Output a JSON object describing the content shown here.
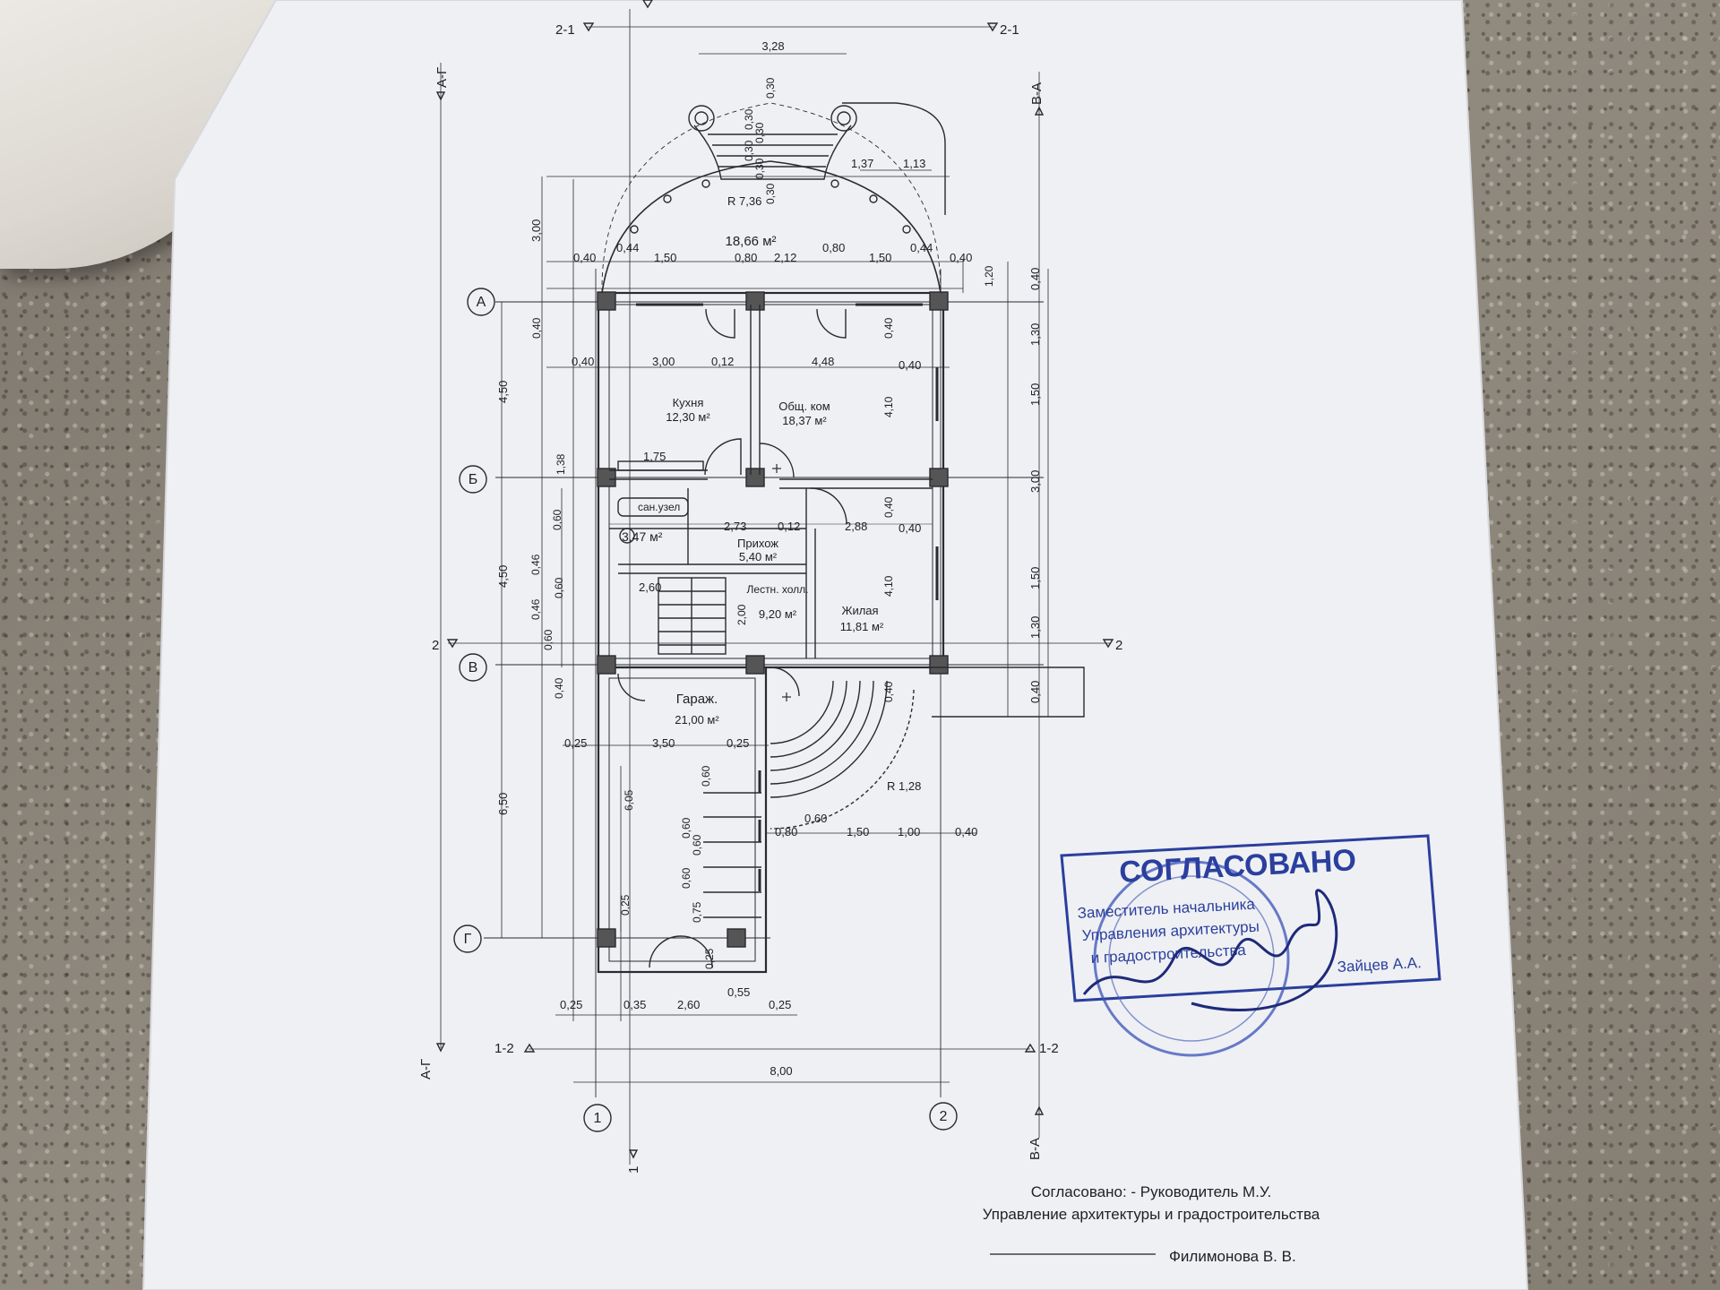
{
  "grid": {
    "rows": [
      "А",
      "Б",
      "В",
      "Г"
    ],
    "cols": [
      "1",
      "2"
    ]
  },
  "sections": {
    "s21": "2-1",
    "s12": "1-2",
    "s2": "2",
    "s1": "1",
    "sAG": "А-Г",
    "sVA": "В-А"
  },
  "rooms": [
    {
      "name": "",
      "area": "18,66 м²"
    },
    {
      "name": "Кухня",
      "area": "12,30 м²"
    },
    {
      "name": "Общ. ком",
      "area": "18,37 м²"
    },
    {
      "name": "сан.узел",
      "area": "3,47 м²"
    },
    {
      "name": "Прихож",
      "area": "5,40 м²"
    },
    {
      "name": "Лестн. холл.",
      "area": "9,20 м²"
    },
    {
      "name": "Жилая",
      "area": "11,81 м²"
    },
    {
      "name": "Гараж.",
      "area": "21,00 м²"
    }
  ],
  "dims": {
    "top_width": "3,28",
    "stair_steps": [
      "0,30",
      "0,30",
      "0,30",
      "0,30",
      "0,30",
      "0,30"
    ],
    "r_top": "R 7,36",
    "d137": "1,37",
    "d113": "1,13",
    "left_300": "3,00",
    "d040a": "0,40",
    "d044a": "0,44",
    "d150a": "1,50",
    "d080a": "0,80",
    "d212": "2,12",
    "d080b": "0,80",
    "d150b": "1,50",
    "d044b": "0,44",
    "d040b": "0,40",
    "d120": "1,20",
    "row2_040a": "0,40",
    "row2_300": "3,00",
    "row2_012": "0,12",
    "row2_448": "4,48",
    "row2_040b": "0,40",
    "d040_vert_left": "0,40",
    "d040_vert_mid": "0,40",
    "left_450a": "4,50",
    "mid_410a": "4,10",
    "d175": "1,75",
    "d138": "1,38",
    "d273": "2,73",
    "d012": "0,12",
    "d288": "2,88",
    "d040_right_mid": "0,40",
    "d040_vert_mid2": "0,40",
    "d060a": "0,60",
    "left_450b": "4,50",
    "d046a": "0,46",
    "d060b": "0,60",
    "d046b": "0,46",
    "d060c": "0,60",
    "d260": "2,60",
    "d200": "2,00",
    "mid_410b": "4,10",
    "d040_b2": "0,40",
    "d040_b3": "0,40",
    "gar_025a": "0,25",
    "gar_350": "3,50",
    "gar_025b": "0,25",
    "left_650": "6,50",
    "d605": "6,05",
    "st_060a": "0,60",
    "st_060b": "0,60",
    "st_060c": "0,60",
    "st_060d": "0,60",
    "st_075": "0,75",
    "r_stair": "R 1,28",
    "b_060": "0,60",
    "b_080": "0,80",
    "b_150": "1,50",
    "b_100": "1,00",
    "b_040": "0,40",
    "d025v": "0,25",
    "d025v2": "0,25",
    "bot_025a": "0,25",
    "bot_035": "0,35",
    "bot_260": "2,60",
    "bot_055": "0,55",
    "bot_025b": "0,25",
    "total": "8,00",
    "right_040a": "0,40",
    "right_130a": "1,30",
    "right_150a": "1,50",
    "right_300": "3,00",
    "right_150b": "1,50",
    "right_130b": "1,30",
    "right_040b": "0,40"
  },
  "stamp": {
    "title": "СОГЛАСОВАНО",
    "line1": "Заместитель начальника",
    "line2": "Управления архитектуры",
    "line3": "и градостроительства",
    "name": "Зайцев А.А.",
    "color": "#2a3f9e"
  },
  "footer": {
    "line1": "Согласовано: - Руководитель М.У.",
    "line2": "Управление архитектуры и градостроительства",
    "name": "Филимонова В. В."
  }
}
